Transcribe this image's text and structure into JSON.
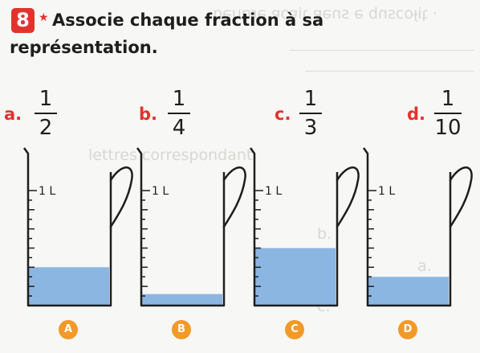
{
  "exercise": {
    "number": "8",
    "star": "★",
    "title_line1": "Associe chaque fraction à sa",
    "title_line2": "représentation."
  },
  "fractions": [
    {
      "letter": "a.",
      "numerator": "1",
      "denominator": "2"
    },
    {
      "letter": "b.",
      "numerator": "1",
      "denominator": "4"
    },
    {
      "letter": "c.",
      "numerator": "1",
      "denominator": "3"
    },
    {
      "letter": "d.",
      "numerator": "1",
      "denominator": "10"
    }
  ],
  "jugs": [
    {
      "label": "A",
      "capacity_label": "1 L",
      "fill_fraction": 0.3333
    },
    {
      "label": "B",
      "capacity_label": "1 L",
      "fill_fraction": 0.1
    },
    {
      "label": "C",
      "capacity_label": "1 L",
      "fill_fraction": 0.5
    },
    {
      "label": "D",
      "capacity_label": "1 L",
      "fill_fraction": 0.25
    }
  ],
  "colors": {
    "accent_red": "#e1332d",
    "badge_orange": "#f29a27",
    "water_blue": "#8cb6e2"
  }
}
